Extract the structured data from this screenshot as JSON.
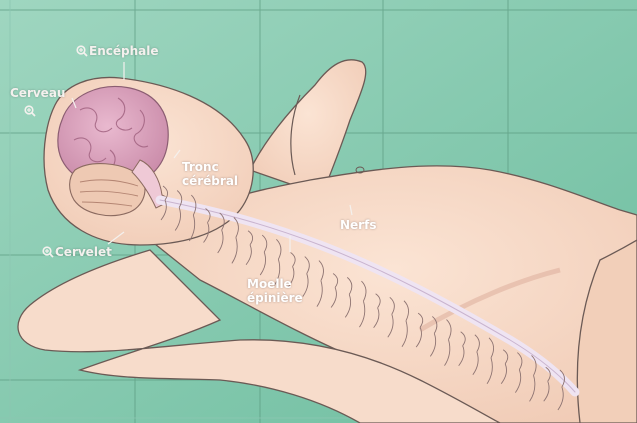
{
  "diagram": {
    "labels": {
      "encephale": "Encéphale",
      "cerveau": "Cerveau",
      "cervelet": "Cervelet",
      "tronc_line1": "Tronc",
      "tronc_line2": "cérébral",
      "nerfs": "Nerfs",
      "moelle_line1": "Moelle",
      "moelle_line2": "épinière"
    },
    "icons": {
      "zoom": "magnifier-plus-icon"
    },
    "colors": {
      "background": "#7fc7ad",
      "grid": "#5e9a82",
      "skin": "#f6d9c6",
      "skin_shadow": "#d9a894",
      "brain": "#d9a2bb",
      "spine": "#e7d9ec",
      "label": "#f4f1ee"
    }
  }
}
